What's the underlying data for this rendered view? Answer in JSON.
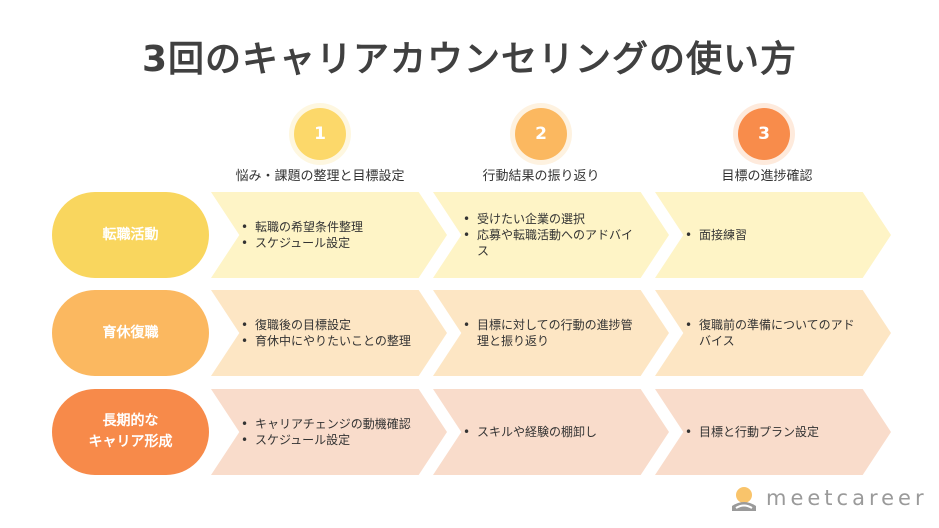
{
  "title": "3回のキャリアカウンセリングの使い方",
  "phases": [
    {
      "number": "1",
      "label": "悩み・課題の整理と目標設定",
      "color": "#fcd86a"
    },
    {
      "number": "2",
      "label": "行動結果の振り返り",
      "color": "#fbb860"
    },
    {
      "number": "3",
      "label": "目標の進捗確認",
      "color": "#f88c4b"
    }
  ],
  "rows": [
    {
      "label_lines": [
        "転職活動"
      ],
      "color": "#f9d65e",
      "cells": [
        [
          "転職の希望条件整理",
          "スケジュール設定"
        ],
        [
          "受けたい企業の選択",
          "応募や転職活動へのアドバイス"
        ],
        [
          "面接練習"
        ]
      ]
    },
    {
      "label_lines": [
        "育休復職"
      ],
      "color": "#fbb860",
      "cells": [
        [
          "復職後の目標設定",
          "育休中にやりたいことの整理"
        ],
        [
          "目標に対しての行動の進捗管理と振り返り"
        ],
        [
          "復職前の準備についてのアドバイス"
        ]
      ]
    },
    {
      "label_lines": [
        "長期的な",
        "キャリア形成"
      ],
      "color": "#f78a4a",
      "cells": [
        [
          "キャリアチェンジの動機確認",
          "スケジュール設定"
        ],
        [
          "スキルや経験の棚卸し"
        ],
        [
          "目標と行動プラン設定"
        ]
      ]
    }
  ],
  "logo": {
    "text": "meetcareer"
  }
}
